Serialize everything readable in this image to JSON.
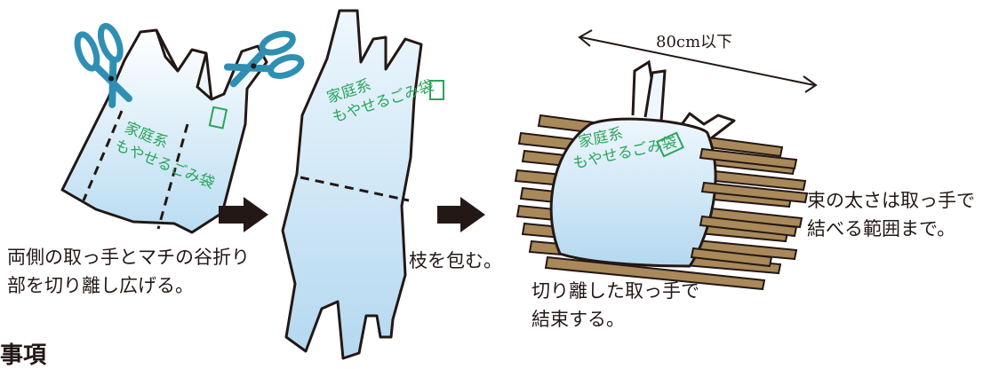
{
  "bag_print": {
    "line1": "家庭系",
    "line2": "もやせるごみ袋"
  },
  "captions": {
    "step1_line1": "両側の取っ手とマチの谷折り",
    "step1_line2": "部を切り離し広げる。",
    "step2": "枝を包む。",
    "step3_line1": "切り離した取っ手で",
    "step3_line2": "結束する。",
    "note_line1": "束の太さは取っ手で",
    "note_line2": "結べる範囲まで。",
    "dimension": "80cm以下",
    "heading_partial": "事項"
  },
  "colors": {
    "outline": "#231815",
    "bag_fill_top": "#ffffff",
    "bag_fill_bottom": "#b9dcf2",
    "print_green": "#2aa65a",
    "scissors": "#2f8fb3",
    "branch": "#a9895a",
    "arrow": "#231815"
  },
  "icons": {
    "scissors": "scissors-icon",
    "arrow": "right-arrow-icon"
  }
}
